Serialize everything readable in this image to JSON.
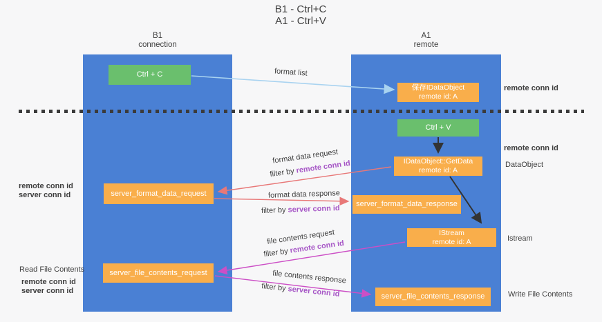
{
  "title": {
    "line1": "B1 - Ctrl+C",
    "line2": "A1 - Ctrl+V"
  },
  "lanes": {
    "left": {
      "name": "B1",
      "subtitle": "connection"
    },
    "right": {
      "name": "A1",
      "subtitle": "remote"
    }
  },
  "nodes": {
    "ctrl_c": {
      "label": "Ctrl + C"
    },
    "save_idataobject": {
      "line1": "保存IDataObject",
      "line2": "remote id: A"
    },
    "ctrl_v": {
      "label": "Ctrl + V"
    },
    "getdata": {
      "line1": "IDataObject::GetData",
      "line2": "remote id: A"
    },
    "server_format_data_request": {
      "label": "server_format_data_request"
    },
    "server_format_data_response": {
      "label": "server_format_data_response"
    },
    "istream": {
      "line1": "IStream",
      "line2": "remote id: A"
    },
    "server_file_contents_request": {
      "label": "server_file_contents_request"
    },
    "server_file_contents_response": {
      "label": "server_file_contents_response"
    }
  },
  "edge_labels": {
    "format_list": "format list",
    "format_data_request": "format data request",
    "format_data_response": "format data response",
    "file_contents_request": "file contents request",
    "file_contents_response": "file contents response",
    "filter_by": "filter by",
    "remote_conn_id": "remote conn id",
    "server_conn_id": "server conn id"
  },
  "side_labels": {
    "remote_conn_id_top": "remote conn id",
    "remote_conn_id_mid": "remote conn id",
    "dataobject": "DataObject",
    "istream": "Istream",
    "write_file_contents": "Write File Contents",
    "read_file_contents": "Read File Contents",
    "left_remote_conn_id_1": "remote conn id",
    "left_server_conn_id_1": "server conn id",
    "left_remote_conn_id_2": "remote conn id",
    "left_server_conn_id_2": "server conn id"
  },
  "colors": {
    "background": "#f7f7f8",
    "lane_blue": "#4a80d4",
    "node_green": "#6abf6d",
    "node_orange": "#f9ae4b",
    "conn_id_purple": "#a656c6",
    "conn_id_green": "#6cc47e",
    "arrow_blue": "#a9d3f0",
    "arrow_red": "#e87878",
    "arrow_magenta": "#cc4fc6",
    "arrow_black": "#333333",
    "separator_dash": "#3b3b3b"
  }
}
